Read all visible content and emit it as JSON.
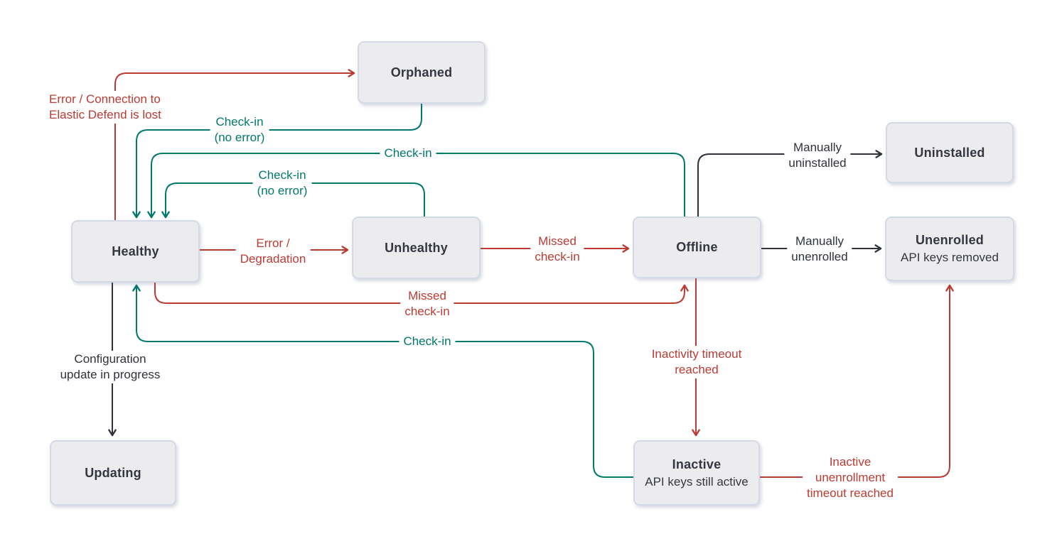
{
  "colors": {
    "error": "#bb3b33",
    "success": "#00796d",
    "neutral": "#2f323a",
    "node_fill": "#ececee",
    "node_border": "#d3dae6",
    "node_text": "#343741"
  },
  "nodes": [
    {
      "id": "orphaned",
      "title": "Orphaned"
    },
    {
      "id": "uninstalled",
      "title": "Uninstalled"
    },
    {
      "id": "healthy",
      "title": "Healthy"
    },
    {
      "id": "unhealthy",
      "title": "Unhealthy"
    },
    {
      "id": "offline",
      "title": "Offline"
    },
    {
      "id": "unenrolled",
      "title": "Unenrolled",
      "subtitle": "API keys removed"
    },
    {
      "id": "updating",
      "title": "Updating"
    },
    {
      "id": "inactive",
      "title": "Inactive",
      "subtitle": "API keys still active"
    }
  ],
  "edges": [
    {
      "from": "healthy",
      "to": "orphaned",
      "color": "error",
      "label": [
        "Error / Connection to",
        "Elastic Defend is lost"
      ]
    },
    {
      "from": "orphaned",
      "to": "healthy",
      "color": "success",
      "label": [
        "Check-in",
        "(no error)"
      ]
    },
    {
      "from": "offline",
      "to": "healthy",
      "color": "success",
      "label": [
        "Check-in"
      ]
    },
    {
      "from": "unhealthy",
      "to": "healthy",
      "color": "success",
      "label": [
        "Check-in",
        "(no error)"
      ]
    },
    {
      "from": "healthy",
      "to": "unhealthy",
      "color": "error",
      "label": [
        "Error /",
        "Degradation"
      ]
    },
    {
      "from": "unhealthy",
      "to": "offline",
      "color": "error",
      "label": [
        "Missed",
        "check-in"
      ]
    },
    {
      "from": "offline",
      "to": "uninstalled",
      "color": "neutral",
      "label": [
        "Manually",
        "uninstalled"
      ]
    },
    {
      "from": "offline",
      "to": "unenrolled",
      "color": "neutral",
      "label": [
        "Manually",
        "unenrolled"
      ]
    },
    {
      "from": "healthy",
      "to": "offline",
      "color": "error",
      "label": [
        "Missed",
        "check-in"
      ]
    },
    {
      "from": "inactive",
      "to": "healthy",
      "color": "success",
      "label": [
        "Check-in"
      ]
    },
    {
      "from": "healthy",
      "to": "updating",
      "color": "neutral",
      "label": [
        "Configuration",
        "update in progress"
      ]
    },
    {
      "from": "offline",
      "to": "inactive",
      "color": "error",
      "label": [
        "Inactivity timeout",
        "reached"
      ]
    },
    {
      "from": "inactive",
      "to": "unenrolled",
      "color": "error",
      "label": [
        "Inactive",
        "unenrollment",
        "timeout reached"
      ]
    }
  ]
}
